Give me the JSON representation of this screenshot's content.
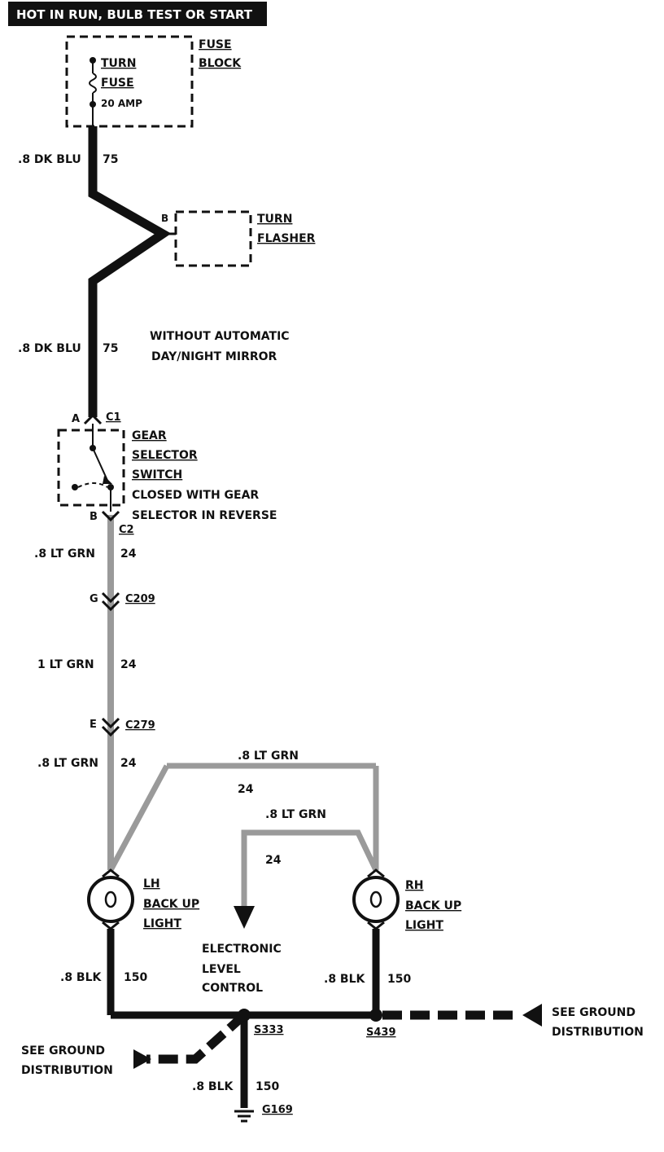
{
  "header": {
    "title": "HOT IN RUN, BULB TEST OR START"
  },
  "fuse_block": {
    "label": [
      "FUSE",
      "BLOCK"
    ],
    "fuse_name": [
      "TURN",
      "FUSE"
    ],
    "rating": "20 AMP"
  },
  "turn_flasher": {
    "label": [
      "TURN",
      "FLASHER"
    ],
    "terminal": "B"
  },
  "notes": {
    "without_mirror": [
      "WITHOUT AUTOMATIC",
      "DAY/NIGHT MIRROR"
    ]
  },
  "gear_selector": {
    "label": [
      "GEAR",
      "SELECTOR",
      "SWITCH"
    ],
    "condition": [
      "CLOSED WITH GEAR",
      "SELECTOR IN REVERSE"
    ],
    "terminal_in": "A",
    "connector_in": "C1",
    "terminal_out": "B",
    "connector_out": "C2"
  },
  "wires": {
    "w1": {
      "gauge_color": ".8 DK BLU",
      "circuit": "75"
    },
    "w2": {
      "gauge_color": ".8 DK BLU",
      "circuit": "75"
    },
    "w3": {
      "gauge_color": ".8 LT GRN",
      "circuit": "24"
    },
    "w4": {
      "gauge_color": "1 LT GRN",
      "circuit": "24"
    },
    "w5": {
      "gauge_color": ".8 LT GRN",
      "circuit": "24"
    },
    "w6": {
      "gauge_color": ".8 LT GRN",
      "circuit": "24"
    },
    "w7": {
      "gauge_color": ".8 LT GRN",
      "circuit": "24"
    },
    "w8": {
      "gauge_color": ".8 BLK",
      "circuit": "150"
    },
    "w9": {
      "gauge_color": ".8 BLK",
      "circuit": "150"
    },
    "w10": {
      "gauge_color": ".8 BLK",
      "circuit": "150"
    }
  },
  "connectors": {
    "c209": {
      "terminal": "G",
      "name": "C209"
    },
    "c279": {
      "terminal": "E",
      "name": "C279"
    }
  },
  "lh_light": {
    "label": [
      "LH",
      "BACK UP",
      "LIGHT"
    ]
  },
  "rh_light": {
    "label": [
      "RH",
      "BACK UP",
      "LIGHT"
    ]
  },
  "electronic_level_control": {
    "label": [
      "ELECTRONIC",
      "LEVEL",
      "CONTROL"
    ]
  },
  "splices": {
    "s333": "S333",
    "s439": "S439"
  },
  "ground": {
    "name": "G169"
  },
  "ground_ref_right": {
    "label": [
      "SEE GROUND",
      "DISTRIBUTION"
    ]
  },
  "ground_ref_left": {
    "label": [
      "SEE GROUND",
      "DISTRIBUTION"
    ]
  },
  "colors": {
    "wire_black": "#111111",
    "wire_green": "#9a9a9a",
    "paper": "#ffffff"
  }
}
